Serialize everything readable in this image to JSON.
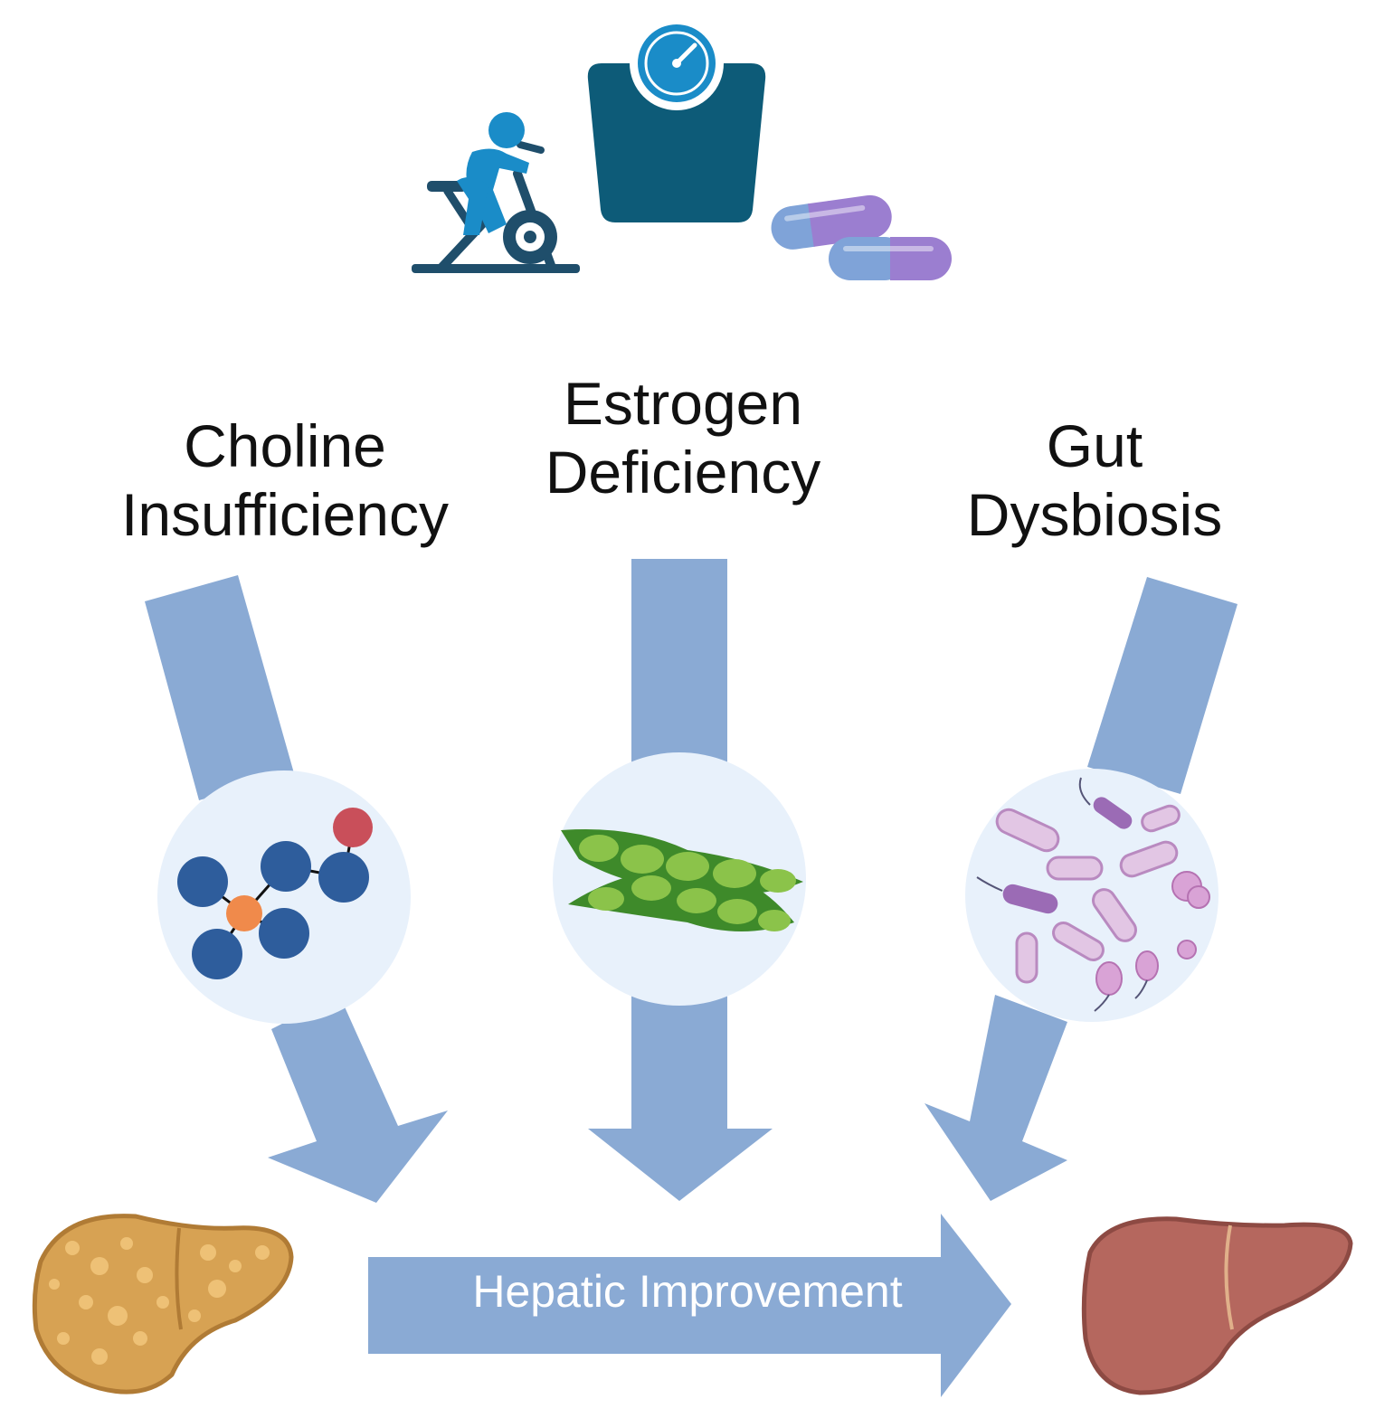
{
  "factors": {
    "choline": {
      "line1": "Choline",
      "line2": "Insufficiency"
    },
    "estrogen": {
      "line1": "Estrogen",
      "line2": "Deficiency"
    },
    "gut": {
      "line1": "Gut",
      "line2": "Dysbiosis"
    }
  },
  "outcome_label": "Hepatic Improvement",
  "icons": {
    "top": [
      "exercise-bike-icon",
      "weight-scale-icon",
      "capsule-pills-icon"
    ],
    "middle": [
      "choline-molecule-icon",
      "soybean-pods-icon",
      "bacteria-icon"
    ],
    "bottom": [
      "fatty-liver-icon",
      "healthy-liver-icon"
    ]
  },
  "colors": {
    "arrow": "#8aaad4",
    "circle": "#e8f1fb",
    "label_text": "#111111",
    "scale": "#0d5b78",
    "bike_rider": "#1a8cc8"
  }
}
